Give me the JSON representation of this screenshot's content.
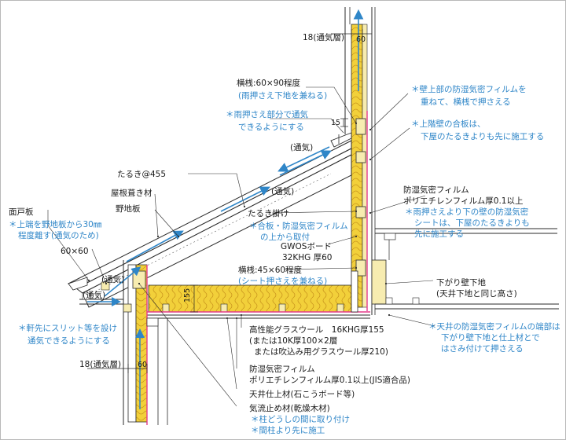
{
  "labels": {
    "vent_top": "18(通気層)",
    "vent_top_dim": "60",
    "yokozan1": "横桟:60×90程度",
    "yokozan1_note": "(雨押さえ下地を兼ねる)",
    "amaosae_1": "＊雨押さえ部分で通気",
    "amaosae_2": "できるようにする",
    "dim_15": "15",
    "tsuki_1": "(通気)",
    "taruki": "たるき@455",
    "yane": "屋根葺き材",
    "noji": "野地板",
    "tsuki_2": "(通気)",
    "menado": "面戸板",
    "menado_n1": "＊上端を野地板から30㎜",
    "menado_n2": "程度離す(通気のため)",
    "taruki_kake": "たるき掛け",
    "tk_n1": "＊合板・防湿気密フィルム",
    "tk_n2": "の上から取付",
    "s6060": "60×60",
    "gwos1": "GWOSボード",
    "gwos2": "32KHG  厚60",
    "yokozan2": "横桟:45×60程度",
    "yokozan2_note": "(シート押さえを兼ねる)",
    "tsuki_3": "(通気)",
    "tsuki_4": "(通気)",
    "dim_155": "155",
    "noki_1": "＊軒先にスリット等を設け",
    "noki_2": "通気できるようにする",
    "vent_bot": "18(通気層)",
    "vent_bot_dim": "60",
    "r_note1_1": "＊壁上部の防湿気密フィルムを",
    "r_note1_2": "重ねて、横桟で押さえる",
    "r_note2_1": "＊上階壁の合板は、",
    "r_note2_2": "下屋のたるきよりも先に施工する",
    "bsf_1": "防湿気密フィルム",
    "bsf_2": "ポリエチレンフィルム厚0.1以上",
    "bsf_n1": "＊雨押さえより下の壁の防湿気密",
    "bsf_n2": "シートは、下屋のたるきよりも",
    "bsf_n3": "先に施工する",
    "sagari_1": "下がり壁下地",
    "sagari_2": "(天井下地と同じ高さ)",
    "ceil_n1": "＊天井の防湿気密フィルムの端部は",
    "ceil_n2": "下がり壁下地と仕上材とで",
    "ceil_n3": "はさみ付けて押さえる",
    "gw_1": "高性能グラスウール　16KHG厚155",
    "gw_2": "(または10K厚100×2層",
    "gw_3": "または吹込み用グラスウール厚210)",
    "film_1": "防湿気密フィルム",
    "film_2": "ポリエチレンフィルム厚0.1以上(JIS適合品)",
    "tenjo": "天井仕上材(石こうボード等)",
    "kiryu_1": "気流止め材(乾燥木材)",
    "kiryu_2": "＊柱どうしの間に取り付け",
    "kiryu_3": "＊間柱より先に施工"
  },
  "colors": {
    "insulation": "#f2d03a",
    "insulation_pattern": "#c8941c",
    "wood": "#f7ecb0",
    "accent_blue": "#2f86c8",
    "film": "#e43c8a",
    "line": "#2a2a2a"
  }
}
